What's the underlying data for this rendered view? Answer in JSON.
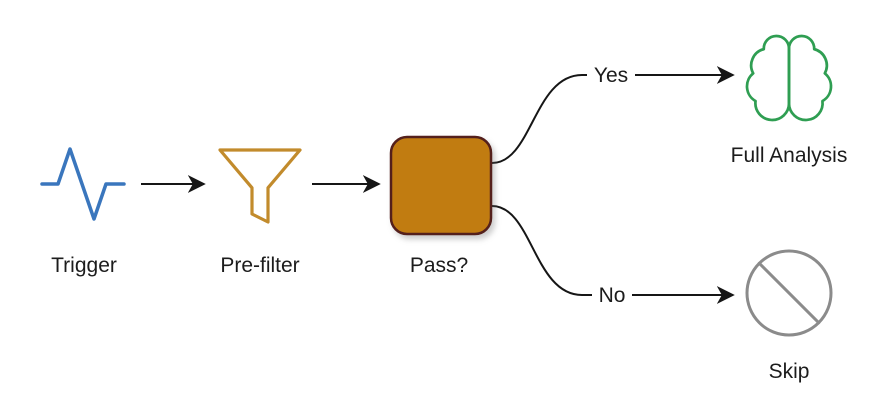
{
  "diagram": {
    "type": "flowchart",
    "background": "#ffffff",
    "edge_color": "#161616",
    "text_color": "#1c1c1c",
    "nodes": [
      {
        "id": "trigger",
        "label": "Trigger",
        "icon": "pulse-waveform-icon",
        "color": "#3a76bd"
      },
      {
        "id": "prefilter",
        "label": "Pre-filter",
        "icon": "funnel-icon",
        "color": "#c28b2c"
      },
      {
        "id": "pass",
        "label": "Pass?",
        "shape": "rounded-rect",
        "fill": "#c17c11",
        "stroke": "#54201c"
      },
      {
        "id": "full-analysis",
        "label": "Full Analysis",
        "icon": "brain-icon",
        "color": "#2f9e52"
      },
      {
        "id": "skip",
        "label": "Skip",
        "icon": "ban-icon",
        "color": "#8b8b8b"
      }
    ],
    "edges": [
      {
        "from": "trigger",
        "to": "prefilter"
      },
      {
        "from": "prefilter",
        "to": "pass"
      },
      {
        "from": "pass",
        "to": "full-analysis",
        "label": "Yes"
      },
      {
        "from": "pass",
        "to": "skip",
        "label": "No"
      }
    ]
  }
}
